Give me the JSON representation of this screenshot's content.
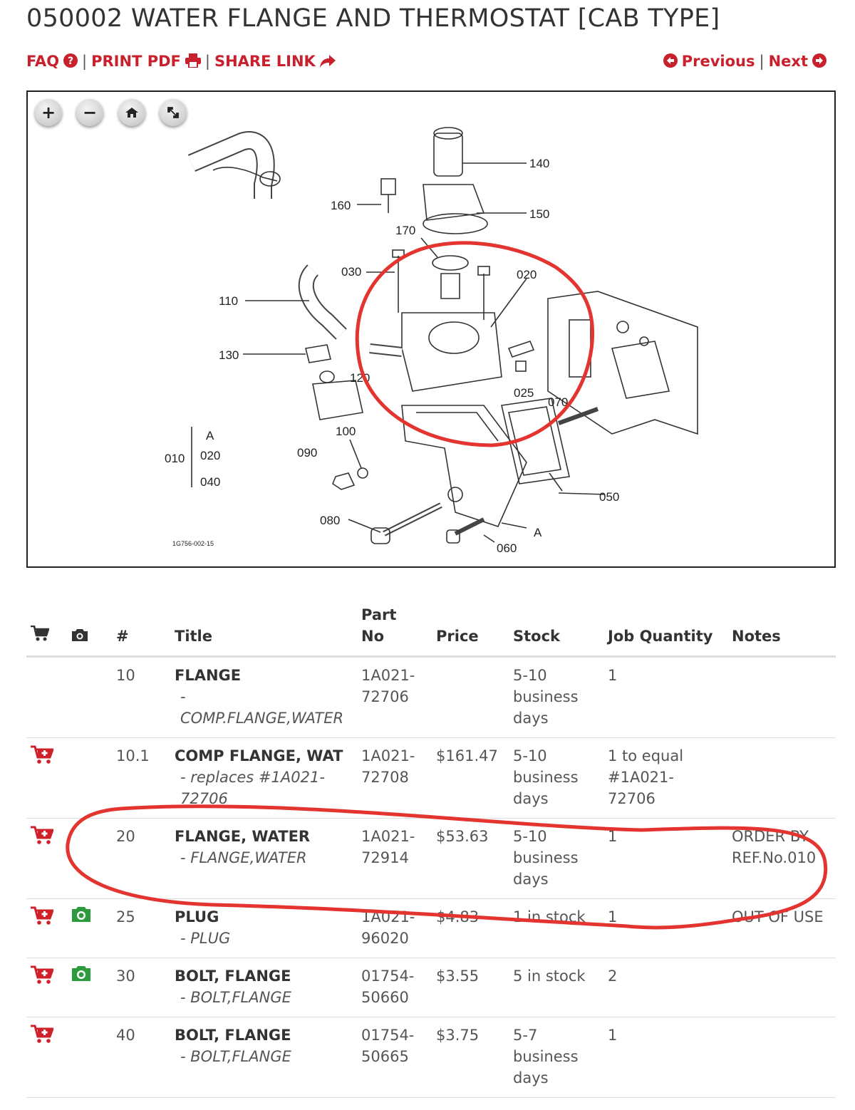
{
  "page": {
    "title": "050002 WATER FLANGE AND THERMOSTAT [CAB TYPE]"
  },
  "toolbar": {
    "faq": "FAQ",
    "print_pdf": "PRINT PDF",
    "share_link": "SHARE LINK",
    "separator": "|"
  },
  "pager": {
    "previous": "Previous",
    "next": "Next",
    "separator": "|"
  },
  "diagram": {
    "zoom_in": "+",
    "zoom_out": "−",
    "drawing_code": "1G756-002-15",
    "callouts": [
      "140",
      "160",
      "150",
      "170",
      "030",
      "020",
      "110",
      "130",
      "120",
      "025",
      "070",
      "100",
      "090",
      "050",
      "080",
      "060",
      "A",
      "010",
      "020",
      "040"
    ]
  },
  "table": {
    "headers": {
      "cart_icon": "cart-icon",
      "camera_icon": "camera-icon",
      "num": "#",
      "title": "Title",
      "part_no_line1": "Part",
      "part_no_line2": "No",
      "price": "Price",
      "stock": "Stock",
      "job_quantity": "Job Quantity",
      "notes": "Notes"
    },
    "rows": [
      {
        "has_cart": false,
        "has_photo": false,
        "num": "10",
        "title": "FLANGE",
        "subtitle_prefix": "-",
        "subtitle": "COMP.FLANGE,WATER",
        "part_no_1": "1A021-",
        "part_no_2": "72706",
        "price": "",
        "stock_1": "5-10",
        "stock_2": "business",
        "stock_3": "days",
        "qty_1": "1",
        "qty_2": "",
        "qty_3": "",
        "notes_1": "",
        "notes_2": ""
      },
      {
        "has_cart": true,
        "has_photo": false,
        "num": "10.1",
        "title": "COMP FLANGE, WAT",
        "subtitle_prefix": "",
        "subtitle": "- replaces #1A021-",
        "subtitle_2": "72706",
        "part_no_1": "1A021-",
        "part_no_2": "72708",
        "price": "$161.47",
        "stock_1": "5-10",
        "stock_2": "business",
        "stock_3": "days",
        "qty_1": "1 to equal",
        "qty_2": "#1A021-",
        "qty_3": "72706",
        "notes_1": "",
        "notes_2": ""
      },
      {
        "has_cart": true,
        "has_photo": false,
        "num": "20",
        "title": "FLANGE, WATER",
        "subtitle_prefix": "",
        "subtitle": "- FLANGE,WATER",
        "part_no_1": "1A021-",
        "part_no_2": "72914",
        "price": "$53.63",
        "stock_1": "5-10",
        "stock_2": "business",
        "stock_3": "days",
        "qty_1": "1",
        "qty_2": "",
        "qty_3": "",
        "notes_1": "ORDER BY",
        "notes_2": "REF.No.010"
      },
      {
        "has_cart": true,
        "has_photo": true,
        "num": "25",
        "title": "PLUG",
        "subtitle_prefix": "",
        "subtitle": "- PLUG",
        "part_no_1": "1A021-",
        "part_no_2": "96020",
        "price": "$4.83",
        "stock_1": "1 in stock",
        "stock_2": "",
        "stock_3": "",
        "qty_1": "1",
        "qty_2": "",
        "qty_3": "",
        "notes_1": "OUT OF USE",
        "notes_2": ""
      },
      {
        "has_cart": true,
        "has_photo": true,
        "num": "30",
        "title": "BOLT, FLANGE",
        "subtitle_prefix": "",
        "subtitle": "- BOLT,FLANGE",
        "part_no_1": "01754-",
        "part_no_2": "50660",
        "price": "$3.55",
        "stock_1": "5 in stock",
        "stock_2": "",
        "stock_3": "",
        "qty_1": "2",
        "qty_2": "",
        "qty_3": "",
        "notes_1": "",
        "notes_2": ""
      },
      {
        "has_cart": true,
        "has_photo": false,
        "num": "40",
        "title": "BOLT, FLANGE",
        "subtitle_prefix": "",
        "subtitle": "- BOLT,FLANGE",
        "part_no_1": "01754-",
        "part_no_2": "50665",
        "price": "$3.75",
        "stock_1": "5-7",
        "stock_2": "business",
        "stock_3": "days",
        "qty_1": "1",
        "qty_2": "",
        "qty_3": "",
        "notes_1": "",
        "notes_2": ""
      }
    ]
  },
  "colors": {
    "brand_red": "#c8202c",
    "cart_red": "#d0202a",
    "photo_green": "#2e9a3e",
    "annotation_red": "#e3342f"
  }
}
